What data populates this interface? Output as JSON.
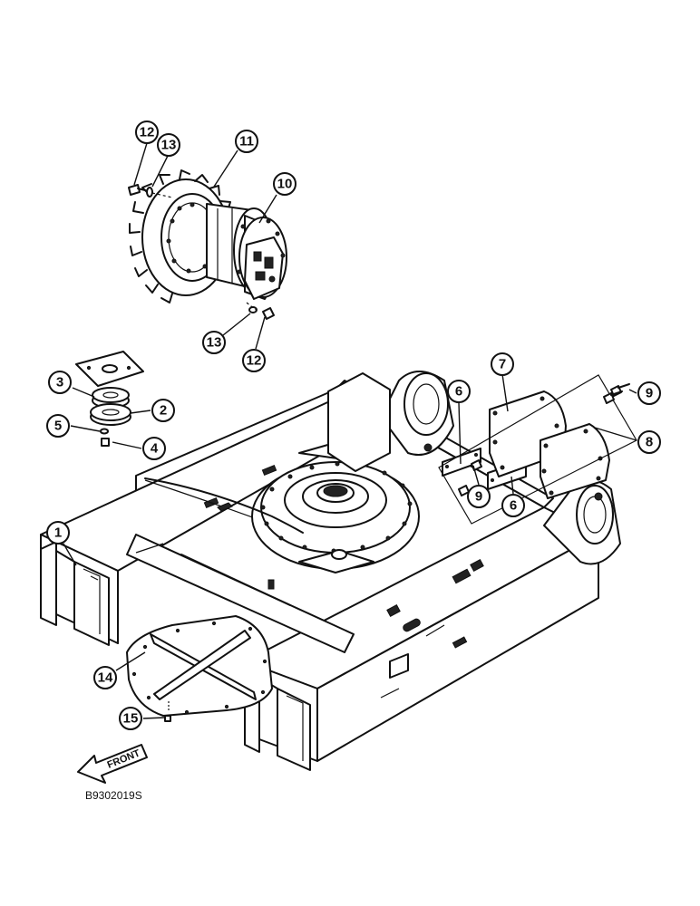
{
  "diagram": {
    "reference_code": "B9302019S",
    "front_label": "FRONT",
    "callouts": [
      "1",
      "2",
      "3",
      "4",
      "5",
      "6",
      "6",
      "7",
      "8",
      "9",
      "9",
      "10",
      "11",
      "12",
      "12",
      "13",
      "13",
      "14",
      "15"
    ]
  }
}
